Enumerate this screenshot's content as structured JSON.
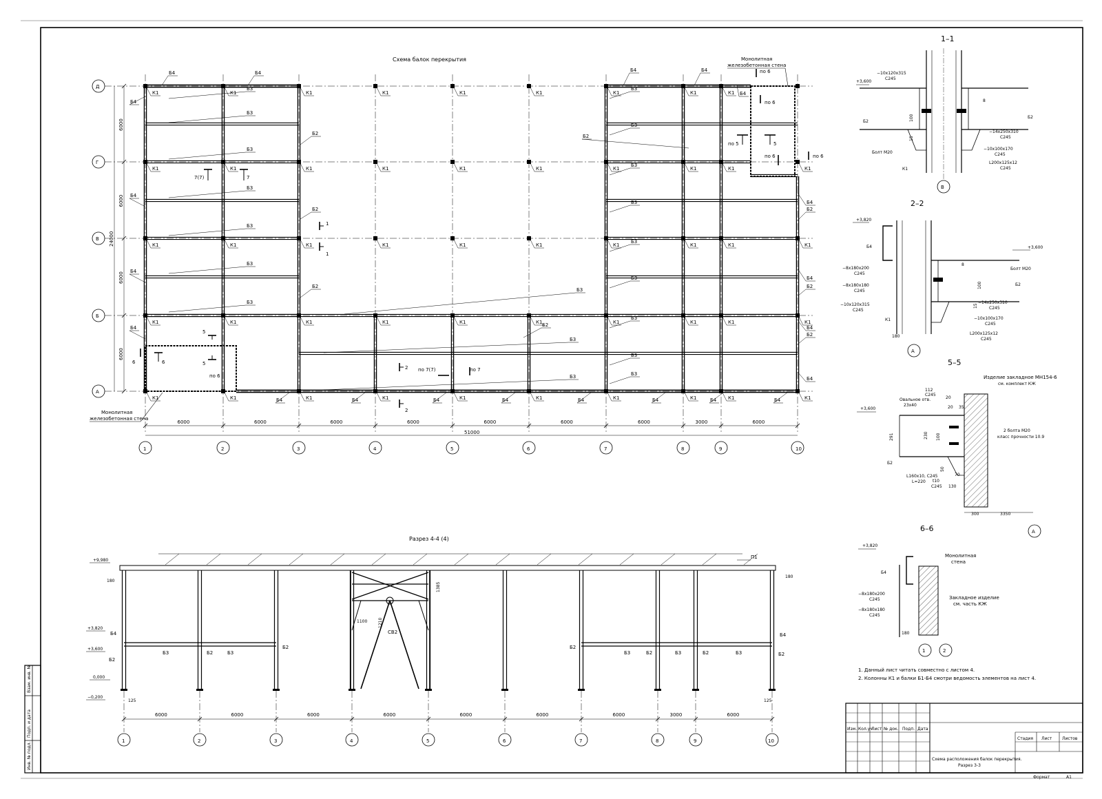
{
  "plan": {
    "title": "Схема балок перекрытия",
    "axes_x": [
      "1",
      "2",
      "3",
      "4",
      "5",
      "6",
      "7",
      "8",
      "9",
      "10"
    ],
    "axes_y": [
      "Д",
      "Г",
      "В",
      "Б",
      "А"
    ],
    "spans_x": [
      "6000",
      "6000",
      "6000",
      "6000",
      "6000",
      "6000",
      "6000",
      "3000",
      "6000"
    ],
    "total_x": "51000",
    "spans_y": [
      "6000",
      "6000",
      "6000",
      "6000"
    ],
    "total_y": "24000",
    "column_label": "К1",
    "beam_labels": {
      "b2": "Б2",
      "b3": "Б3",
      "b4": "Б4"
    },
    "wall_note_top_line1": "Монолитная",
    "wall_note_top_line2": "железобетонная стена",
    "wall_note_bottom_line1": "Монолитная",
    "wall_note_bottom_line2": "железобетонная стена",
    "cut_marks": [
      "1",
      "1",
      "5",
      "5",
      "6",
      "6",
      "7(7)",
      "7",
      "2",
      "2",
      "по 6",
      "по 6",
      "по 6",
      "по 6",
      "по 5",
      "5",
      "по 7(7)",
      "по 7",
      "по 6"
    ]
  },
  "section44": {
    "title": "Разрез 4-4 (4)",
    "levels": [
      "+9,980",
      "+3,820",
      "+3,600",
      "0,000",
      "−0,200"
    ],
    "labels": {
      "p1": "П1",
      "sv2": "СВ2",
      "b2": "Б2",
      "b3": "Б3",
      "b4": "Б4"
    },
    "dims": {
      "d180a": "180",
      "d180b": "180",
      "d125a": "125",
      "d125b": "125",
      "d1100": "1100",
      "d1210": "1210",
      "d1385": "1385"
    },
    "axes": [
      "1",
      "2",
      "3",
      "4",
      "5",
      "6",
      "7",
      "8",
      "9",
      "10"
    ],
    "spans": [
      "6000",
      "6000",
      "6000",
      "6000",
      "6000",
      "6000",
      "6000",
      "3000",
      "6000"
    ]
  },
  "detail11": {
    "title": "1–1",
    "level": "+3,600",
    "labels": [
      "−10х120х315",
      "С245",
      "8",
      "Б2",
      "Б2",
      "−14х250х310",
      "С245",
      "Болт М20",
      "−10х100х170",
      "С245",
      "К1",
      "L200х125х12",
      "С245",
      "100",
      "15"
    ],
    "axis": "В"
  },
  "detail22": {
    "title": "2–2",
    "levels": [
      "+3,820",
      "+3,600"
    ],
    "labels": [
      "Б4",
      "−8х180х200",
      "С245",
      "−8х180х180",
      "С245",
      "−10х120х315",
      "С245",
      "К1",
      "180",
      "Болт М20",
      "8",
      "Б2",
      "−14х250х310",
      "С245",
      "−10х100х170",
      "С245",
      "L200х125х12",
      "С245",
      "100",
      "15"
    ],
    "axis": "А"
  },
  "detail55": {
    "title": "5–5",
    "level": "+3,600",
    "labels": [
      "Изделие закладное МН154-6",
      "см. комплект КЖ",
      "Овальное отв.",
      "23х40",
      "112",
      "С245",
      "20",
      "20",
      "35",
      "2 болта М20",
      "класс прочности 10.9",
      "291",
      "230",
      "100",
      "Б2",
      "L160х10, С245",
      "L=220",
      "t10",
      "С245",
      "50",
      "70",
      "130",
      "300",
      "3350"
    ],
    "axis": "А"
  },
  "detail66": {
    "title": "6–6",
    "level": "+3,820",
    "labels": [
      "Монолитная",
      "стена",
      "Б4",
      "−8х180х200",
      "С245",
      "Закладное изделие",
      "см. часть КЖ",
      "−8х180х180",
      "С245",
      "180"
    ],
    "axes": [
      "1",
      "2"
    ]
  },
  "notes": [
    "1. Данный лист читать совместно с листом 4.",
    "2. Колонны К1 и балки Б1-Б4 смотри ведомость элементов  на лист 4."
  ],
  "title_block": {
    "headers": [
      "Изм.",
      "Кол.уч",
      "Лист",
      "№ док.",
      "Подп.",
      "Дата"
    ],
    "stage_headers": [
      "Стадия",
      "Лист",
      "Листов"
    ],
    "sheet_name_line1": "Схема расположения балок перекрытия.",
    "sheet_name_line2": "Разрез 3-3",
    "format_label": "Формат",
    "format_value": "А1"
  },
  "side_stamp": [
    "Инв. № подл.",
    "Подп. и дата",
    "Взам. инв. №"
  ]
}
